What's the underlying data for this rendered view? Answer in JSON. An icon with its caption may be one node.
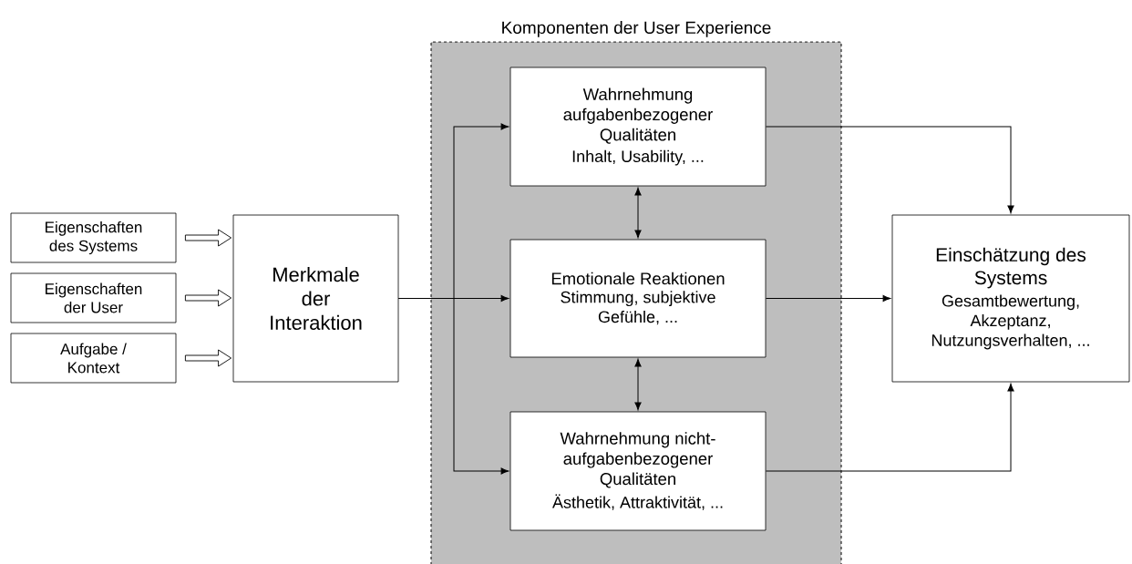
{
  "diagram": {
    "nodes": [
      {
        "text": [
          "Komponenten der User Experience"
        ]
      },
      {
        "text": [
          "Eigenschaften des Systems"
        ]
      },
      {
        "text": [
          "Eigenschaften der User"
        ]
      },
      {
        "text": [
          "Aufgabe / Kontext"
        ]
      },
      {
        "text": [
          "Merkmale der Interaktion"
        ]
      },
      {
        "text": [
          "Wahrnehmung aufgabenbezogener Qualitäten",
          "Inhalt, Usability, ..."
        ],
        "in": 0
      },
      {
        "text": [
          "Emotionale Reaktionen",
          "Stimmung, subjektive Gefühle, ..."
        ],
        "in": 0
      },
      {
        "text": [
          "Wahrnehmung nicht-aufgabenbezogener Qualitäten",
          "Ästhetik, Attraktivität, ..."
        ],
        "in": 0
      },
      {
        "text": [
          "Einschätzung des Systems",
          "Gesamtbewertung, Akzeptanz, Nutzungsverhalten, ..."
        ]
      }
    ],
    "edges": [
      {
        "from": 1,
        "to": 4,
        "arrow": "to",
        "style": "thick"
      },
      {
        "from": 2,
        "to": 4,
        "arrow": "to",
        "style": "thick"
      },
      {
        "from": 3,
        "to": 4,
        "arrow": "to",
        "style": "thick"
      },
      {
        "from": 4,
        "to": 5,
        "arrow": "to"
      },
      {
        "from": 4,
        "to": 6,
        "arrow": "to"
      },
      {
        "from": 4,
        "to": 7,
        "arrow": "to"
      },
      {
        "from": 5,
        "to": 6,
        "arrow": "both"
      },
      {
        "from": 6,
        "to": 7,
        "arrow": "both"
      },
      {
        "from": 5,
        "to": 8,
        "arrow": "to"
      },
      {
        "from": 6,
        "to": 8,
        "arrow": "to"
      },
      {
        "from": 7,
        "to": 8,
        "arrow": "to"
      }
    ]
  }
}
